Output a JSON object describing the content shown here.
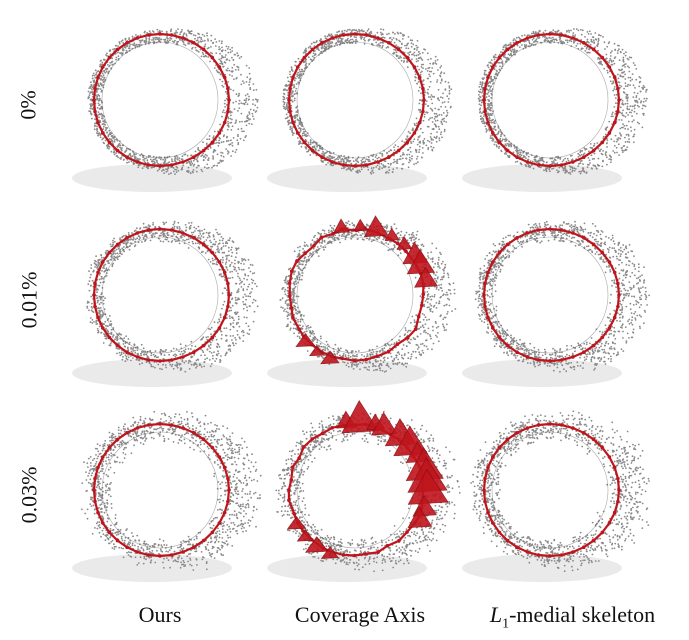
{
  "row_labels": [
    "0%",
    "0.01%",
    "0.03%"
  ],
  "column_labels": {
    "ours": "Ours",
    "coverage_axis": "Coverage Axis",
    "l1_prefix": "L",
    "l1_sub": "1",
    "l1_suffix": "-medial skeleton"
  },
  "colors": {
    "point_cloud": "#8a8a8a",
    "skeleton": "#c0141c",
    "skeleton_dark": "#8e0f15",
    "shadow": "#d9d9d9"
  },
  "panels": [
    {
      "row": 0,
      "method": "ours",
      "noise": "0%",
      "skeleton_style": "clean"
    },
    {
      "row": 0,
      "method": "coverage_axis",
      "noise": "0%",
      "skeleton_style": "clean"
    },
    {
      "row": 0,
      "method": "l1_medial",
      "noise": "0%",
      "skeleton_style": "clean"
    },
    {
      "row": 1,
      "method": "ours",
      "noise": "0.01%",
      "skeleton_style": "clean"
    },
    {
      "row": 1,
      "method": "coverage_axis",
      "noise": "0.01%",
      "skeleton_style": "tetra"
    },
    {
      "row": 1,
      "method": "l1_medial",
      "noise": "0.01%",
      "skeleton_style": "clean"
    },
    {
      "row": 2,
      "method": "ours",
      "noise": "0.03%",
      "skeleton_style": "clean"
    },
    {
      "row": 2,
      "method": "coverage_axis",
      "noise": "0.03%",
      "skeleton_style": "tetra-heavy"
    },
    {
      "row": 2,
      "method": "l1_medial",
      "noise": "0.03%",
      "skeleton_style": "clean"
    }
  ]
}
